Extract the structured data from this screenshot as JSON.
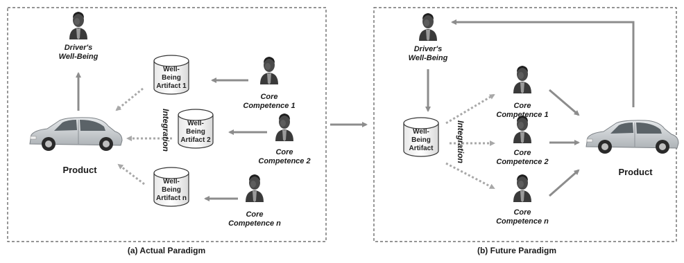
{
  "left_panel": {
    "caption": "(a) Actual Paradigm",
    "wellbeing_label": "Driver's\nWell-Being",
    "product_label": "Product",
    "integration_label": "Integration",
    "artifacts": [
      "Well-\nBeing\nArtifact 1",
      "Well-\nBeing\nArtifact 2",
      "Well-\nBeing\nArtifact n"
    ],
    "competences": [
      "Core\nCompetence 1",
      "Core\nCompetence 2",
      "Core\nCompetence n"
    ]
  },
  "right_panel": {
    "caption": "(b) Future Paradigm",
    "wellbeing_label": "Driver's\nWell-Being",
    "product_label": "Product",
    "integration_label": "Integration",
    "artifact": "Well-\nBeing\nArtifact",
    "competences": [
      "Core\nCompetence 1",
      "Core\nCompetence 2",
      "Core\nCompetence n"
    ]
  },
  "colors": {
    "arrow": "#8c8c8c",
    "dotted_arrow": "#a0a0a0",
    "panel_border": "#555555",
    "car_body": "#cfd3d6",
    "person_dark": "#2e2e2e"
  },
  "icons": [
    "person-icon",
    "car-icon",
    "cylinder-icon"
  ]
}
